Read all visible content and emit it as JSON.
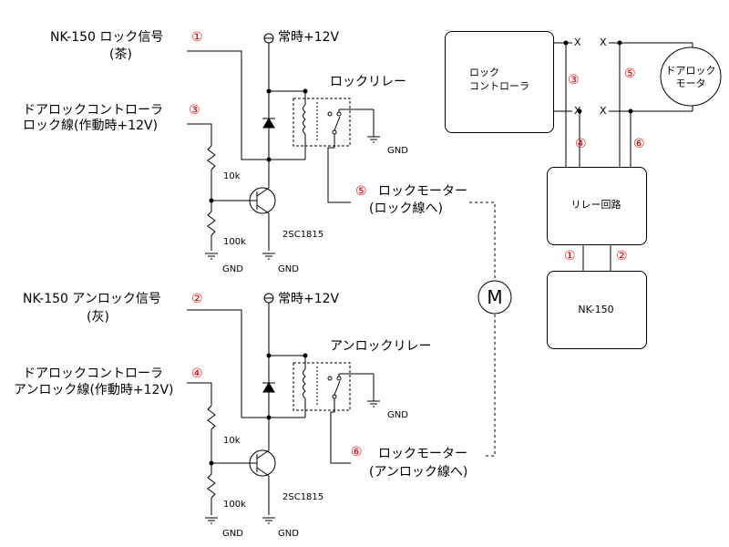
{
  "colors": {
    "line": "#000000",
    "number": "#e00000",
    "background": "#ffffff"
  },
  "top_circuit": {
    "signal_label": "NK-150 ロック信号",
    "signal_sub": "(茶)",
    "signal_num": "①",
    "supply": "常時+12V",
    "relay_label": "ロックリレー",
    "controller_label_1": "ドアロックコントローラ",
    "controller_label_2": "ロック線(作動時+12V)",
    "controller_num": "③",
    "r_top": "10k",
    "r_bottom": "100k",
    "transistor": "2SC1815",
    "gnd_relay": "GND",
    "gnd_resistor": "GND",
    "gnd_emitter": "GND",
    "output_num": "⑤",
    "output_1": "ロックモーター",
    "output_2": "(ロック線へ)"
  },
  "bottom_circuit": {
    "signal_label": "NK-150 アンロック信号",
    "signal_sub": "(灰)",
    "signal_num": "②",
    "supply": "常時+12V",
    "relay_label": "アンロックリレー",
    "controller_label_1": "ドアロックコントローラ",
    "controller_label_2": "アンロック線(作動時+12V)",
    "controller_num": "④",
    "r_top": "10k",
    "r_bottom": "100k",
    "transistor": "2SC1815",
    "gnd_relay": "GND",
    "gnd_resistor": "GND",
    "gnd_emitter": "GND",
    "output_num": "⑥",
    "output_1": "ロックモーター",
    "output_2": "(アンロック線へ)"
  },
  "motor_symbol": "M",
  "block_diagram": {
    "controller": "ロック\nコントローラ",
    "door_motor": "ドアロック\nモータ",
    "relay": "リレー回路",
    "nk150": "NK-150",
    "cut_mark": "X",
    "nums": {
      "n1": "①",
      "n2": "②",
      "n3": "③",
      "n4": "④",
      "n5": "⑤",
      "n6": "⑥"
    }
  }
}
